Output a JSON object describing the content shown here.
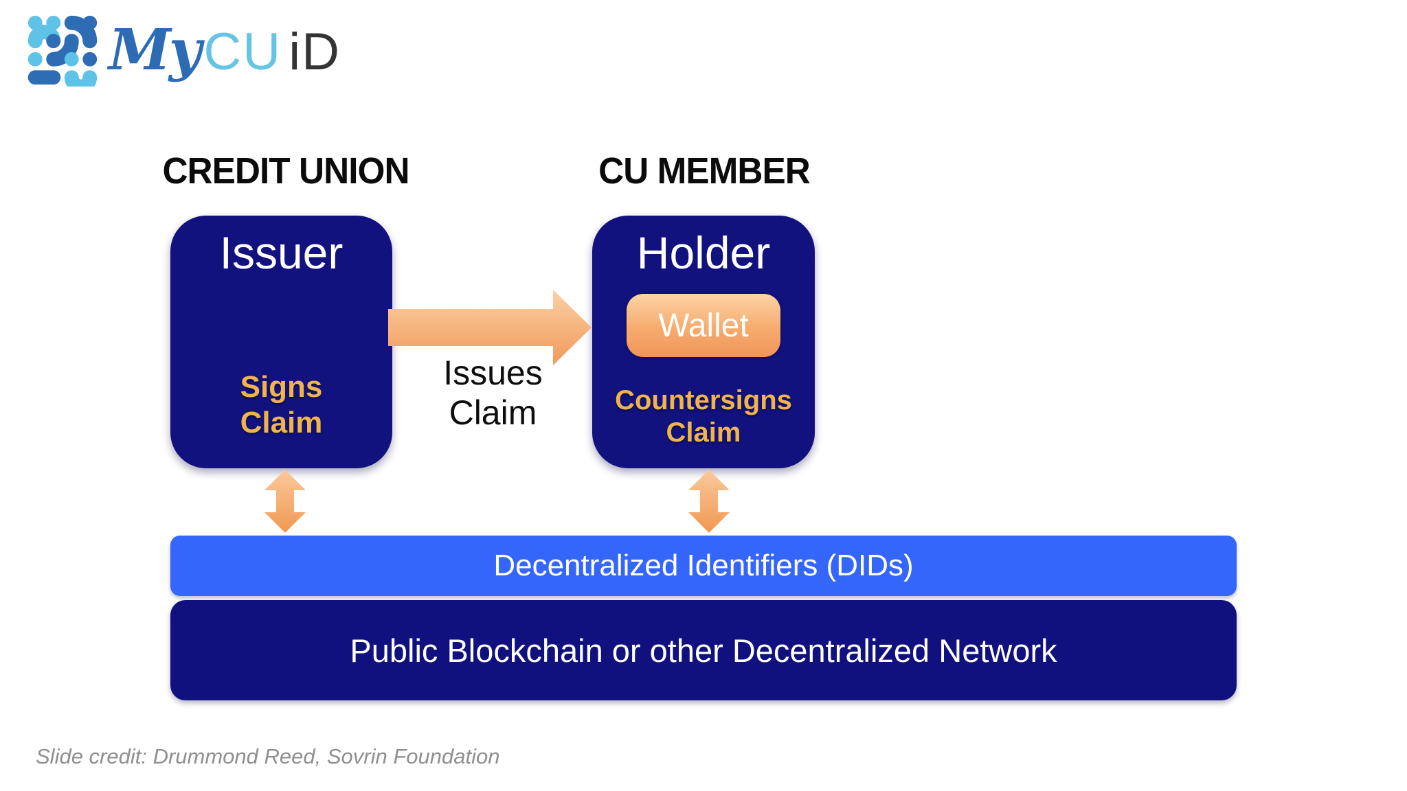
{
  "brand": {
    "my": "My",
    "cu": "CU",
    "id": "iD"
  },
  "headers": {
    "left": "CREDIT UNION",
    "right": "CU MEMBER"
  },
  "issuer": {
    "title": "Issuer",
    "action_line1": "Signs",
    "action_line2": "Claim"
  },
  "holder": {
    "title": "Holder",
    "wallet": "Wallet",
    "action_line1": "Countersigns",
    "action_line2": "Claim"
  },
  "flow": {
    "line1": "Issues",
    "line2": "Claim"
  },
  "layers": {
    "dids": "Decentralized Identifiers (DIDs)",
    "network": "Public Blockchain or other Decentralized Network"
  },
  "footer": {
    "credit": "Slide credit: Drummond Reed, Sovrin Foundation"
  },
  "colors": {
    "box_navy": "#12127E",
    "layer_blue": "#3566FC",
    "arrow_orange_light": "#FBCB9F",
    "arrow_orange_dark": "#F0995A",
    "gold_text": "#F0B44E",
    "logo_light_blue": "#5EC3E6",
    "logo_dark_blue": "#2E6CB3",
    "credit_gray": "#8F8F8F"
  }
}
